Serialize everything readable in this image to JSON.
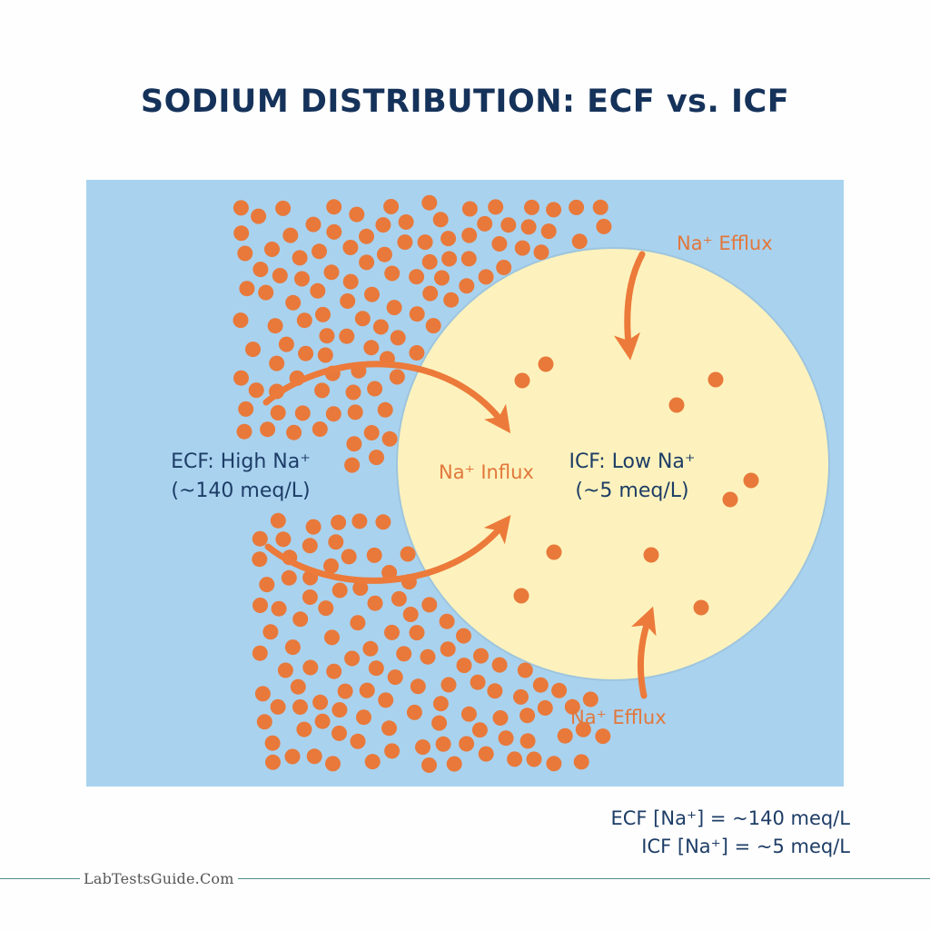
{
  "title": "SODIUM DISTRIBUTION: ECF vs. ICF",
  "colors": {
    "ecf_fill": "#a9d2ef",
    "icf_fill": "#fdf2bd",
    "ion": "#e8793a",
    "arrow": "#ec7a3a",
    "text_dark": "#1d3d66"
  },
  "ecf": {
    "line1": "ECF: High Na⁺",
    "line2": "(~140 meq/L)"
  },
  "icf": {
    "line1": "ICF: Low Na⁺",
    "line2": "(~5 meq/L)"
  },
  "flows": {
    "influx_label": "Na⁺ Influx",
    "efflux_top_label": "Na⁺ Efflux",
    "efflux_bottom_label": "Na⁺ Efflux"
  },
  "summary": {
    "ecf_line": "ECF [Na⁺] = ~140 meq/L",
    "icf_line": "ICF [Na⁺] = ~5 meq/L"
  },
  "watermark": "LabTestsGuide.Com"
}
